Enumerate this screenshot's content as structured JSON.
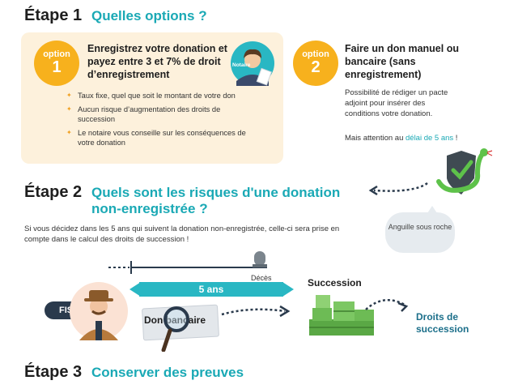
{
  "step1": {
    "label": "Étape 1",
    "title": "Quelles options ?",
    "option1": {
      "badge_top": "option",
      "badge_num": "1",
      "title": "Enregistrez votre donation et payez entre 3 et 7% de droit d’enregistrement",
      "notary_label": "Notaire",
      "bullets": [
        "Taux fixe, quel que soit le montant de votre don",
        "Aucun risque d’augmentation des droits de succession",
        "Le notaire vous conseille sur les conséquences de votre donation"
      ]
    },
    "option2": {
      "badge_top": "option",
      "badge_num": "2",
      "title": "Faire un don manuel ou bancaire (sans enregistrement)",
      "description": "Possibilité de rédiger un pacte adjoint pour insérer des conditions votre donation.",
      "warning_prefix": "Mais attention au ",
      "warning_highlight": "délai de 5 ans",
      "warning_suffix": " !"
    },
    "bubble": "Anguille sous roche"
  },
  "step2": {
    "label": "Étape 2",
    "title_line1": "Quels sont les risques d'une donation",
    "title_line2": "non-enregistrée ?",
    "description": "Si vous décidez dans les 5 ans qui suivent la donation non-enregistrée, celle-ci sera prise en compte dans le calcul des droits de succession !",
    "deces_label": "Décès",
    "five_years": "5 ans",
    "fisc_label": "FISC",
    "don_label": "Don bancaire",
    "succession_label": "Succession",
    "droits_line1": "Droits de",
    "droits_line2": "succession"
  },
  "step3": {
    "label": "Étape 3",
    "title": "Conserver des preuves"
  },
  "colors": {
    "teal": "#1aa9b5",
    "orange": "#f7b11d",
    "panel": "#fdf1dc",
    "navy": "#2a3a4c"
  }
}
